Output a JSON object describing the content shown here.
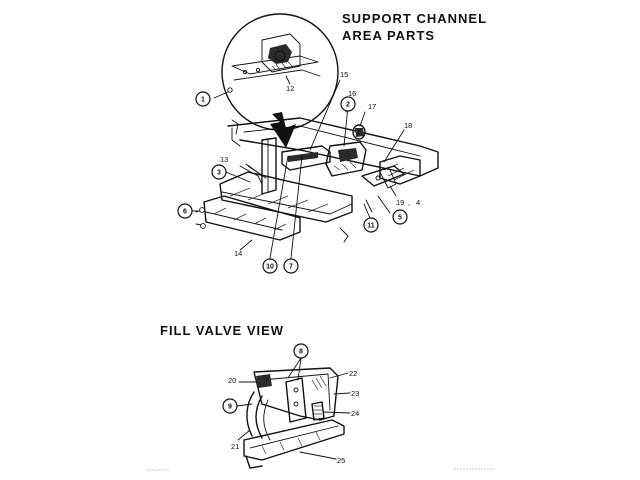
{
  "titles": {
    "support_line1": "SUPPORT CHANNEL",
    "support_line2": "AREA PARTS",
    "fill": "FILL VALVE VIEW"
  },
  "labels": {
    "l1": "1",
    "l2": "2",
    "l3": "3",
    "l4": "4",
    "l5": "5",
    "l6": "6",
    "l7": "7",
    "l8": "8",
    "l9": "9",
    "l10": "10",
    "l11": "11",
    "l12": "12",
    "l13": "13",
    "l14": "14",
    "l15": "15",
    "l16": "16",
    "l17": "17",
    "l18": "18",
    "l19": "19",
    "l20": "20",
    "l21": "21",
    "l22": "22",
    "l23": "23",
    "l24": "24",
    "l25": "25"
  }
}
